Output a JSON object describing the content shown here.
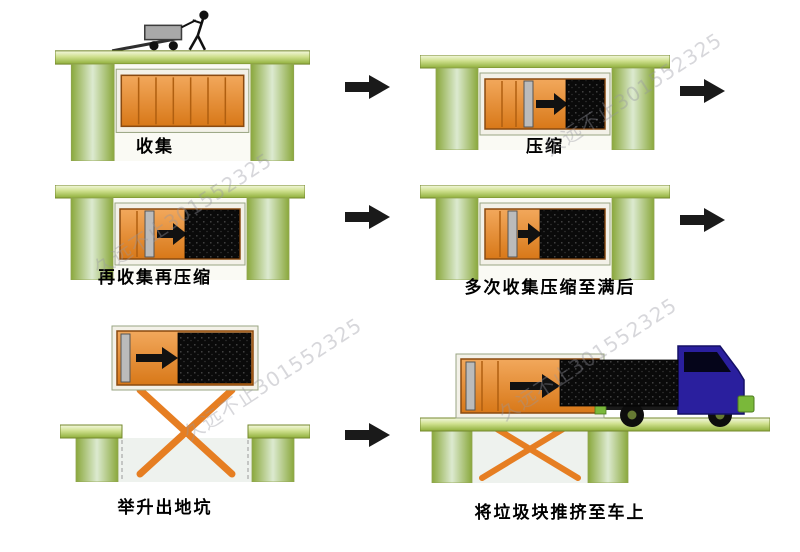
{
  "watermark": {
    "text": "久远不止301552325"
  },
  "panels": [
    {
      "id": "collect",
      "label": "收集"
    },
    {
      "id": "compress",
      "label": "压缩"
    },
    {
      "id": "recollect-recompress",
      "label": "再收集再压缩"
    },
    {
      "id": "compressed-full",
      "label": "多次收集压缩至满后"
    },
    {
      "id": "lift-out-of-pit",
      "label": "举升出地坑"
    },
    {
      "id": "push-onto-truck",
      "label": "将垃圾块推挤至车上"
    }
  ],
  "colors": {
    "ground_light": "#f2f7da",
    "ground_dark": "#8fae3a",
    "container_orange": "#e08a2e",
    "waste_black": "#0a0a0a",
    "ram_gray": "#b8b8b8",
    "arrow_black": "#1a1a1a",
    "truck_blue": "#2a1f9e",
    "lift_orange": "#e67e22"
  }
}
